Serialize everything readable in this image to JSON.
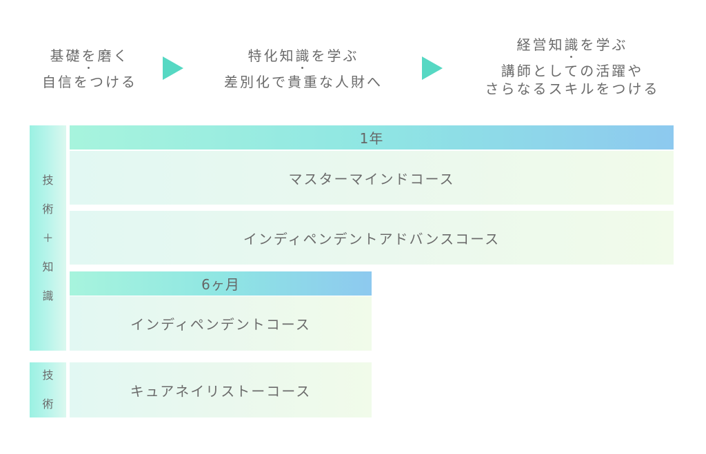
{
  "stages": [
    {
      "line1": "基礎を磨く",
      "dot": "・",
      "line2": "自信をつける"
    },
    {
      "line1": "特化知識を学ぶ",
      "dot": "・",
      "line2": "差別化で貴重な人財へ"
    },
    {
      "line1": "経営知識を学ぶ",
      "dot": "・",
      "line2": "講師としての活躍や",
      "line3": "さらなるスキルをつける"
    }
  ],
  "side_labels": {
    "group1": [
      "技",
      "術",
      "＋",
      "知",
      "識"
    ],
    "group2": [
      "技",
      "術"
    ]
  },
  "durations": {
    "one_year": "1年",
    "six_months": "6ヶ月"
  },
  "courses": {
    "mastermind": "マスターマインドコース",
    "independent_advance": "インディペンデントアドバンスコース",
    "independent": "インディペンデントコース",
    "curist": "キュアネイリストーコース"
  },
  "colors": {
    "arrow": "#56d8c3",
    "bar_start": "#a7f4dd",
    "bar_end": "#8dc9ef",
    "course_bg_start": "#e2f8f3",
    "course_bg_end": "#f1fbea",
    "side_start": "#9af1e2"
  }
}
